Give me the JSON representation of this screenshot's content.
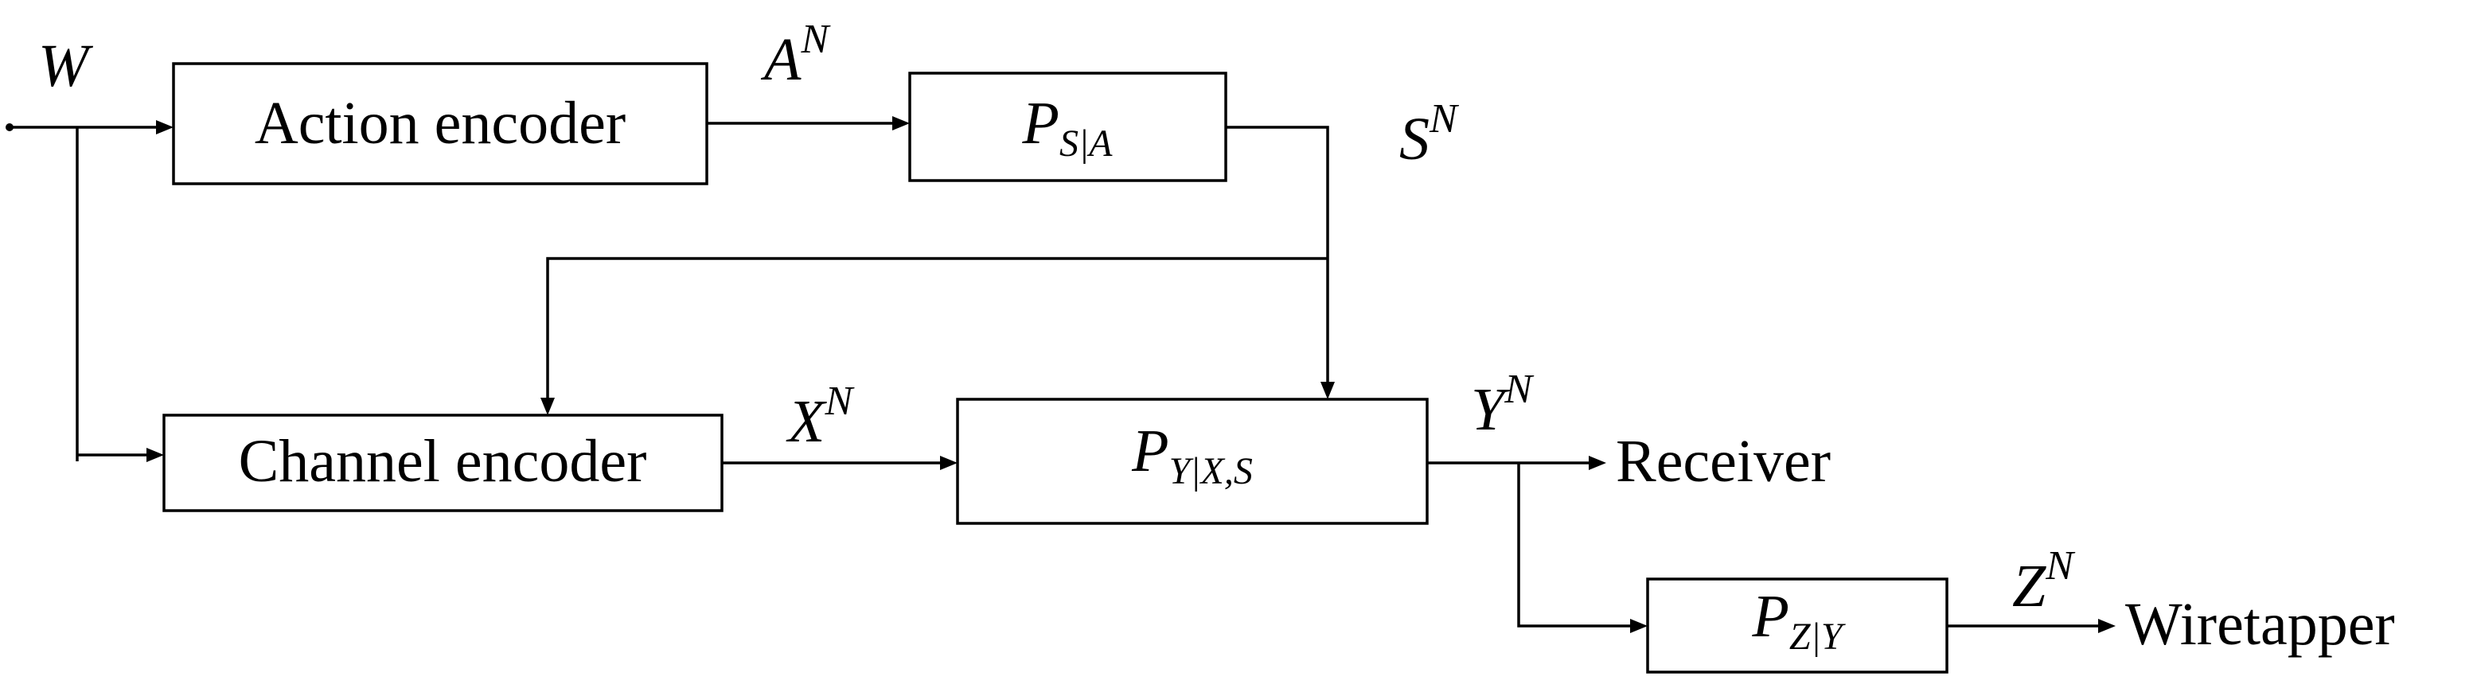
{
  "inputs": {
    "message": "W"
  },
  "blocks": {
    "action_encoder": "Action encoder",
    "state_channel": {
      "base": "P",
      "sub": "S|A"
    },
    "channel_encoder": "Channel encoder",
    "main_channel": {
      "base": "P",
      "sub": "Y|X,S"
    },
    "wiretap_channel": {
      "base": "P",
      "sub": "Z|Y"
    }
  },
  "signals": {
    "action": {
      "base": "A",
      "sup": "N"
    },
    "state": {
      "base": "S",
      "sup": "N"
    },
    "channel_input": {
      "base": "X",
      "sup": "N"
    },
    "receiver_output": {
      "base": "Y",
      "sup": "N"
    },
    "wiretapper_output": {
      "base": "Z",
      "sup": "N"
    }
  },
  "outputs": {
    "receiver": "Receiver",
    "wiretapper": "Wiretapper"
  }
}
